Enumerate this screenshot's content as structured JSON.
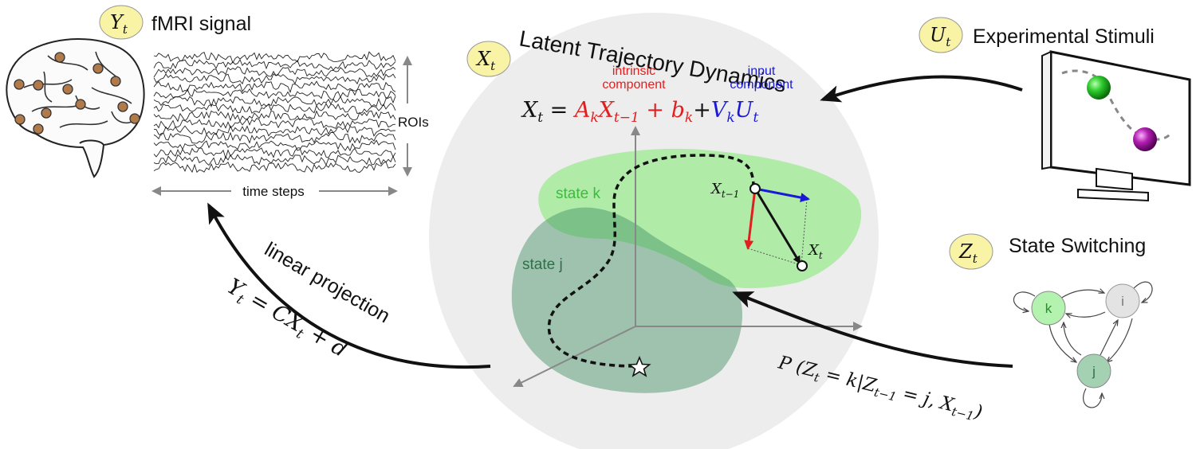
{
  "observation": {
    "badge": "Y",
    "badge_sub": "t",
    "title": "fMRI signal",
    "rois_label": "ROIs",
    "time_label": "time steps"
  },
  "latent": {
    "badge": "X",
    "badge_sub": "t",
    "title": "Latent Trajectory Dynamics",
    "intrinsic_label_line1": "intrinsic",
    "intrinsic_label_line2": "component",
    "input_label_line1": "input",
    "input_label_line2": "component",
    "equation": {
      "lhs": "X",
      "lhs_sub": "t",
      "equals": " = ",
      "intrinsic": "A",
      "intrinsic_sub": "k",
      "intrinsic_x": "X",
      "intrinsic_x_sub": "t−1",
      "plus1": " + ",
      "bias": "b",
      "bias_sub": "k",
      "plus2": "+",
      "input": "V",
      "input_sub": "k",
      "input_u": "U",
      "input_u_sub": "t"
    },
    "state_k_label": "state k",
    "state_j_label": "state j",
    "point_prev": "X",
    "point_prev_sub": "t−1",
    "point_curr": "X",
    "point_curr_sub": "t"
  },
  "stimuli": {
    "badge": "U",
    "badge_sub": "t",
    "title": "Experimental Stimuli"
  },
  "switching": {
    "badge": "Z",
    "badge_sub": "t",
    "title": "State Switching",
    "node_k": "k",
    "node_i": "i",
    "node_j": "j",
    "transition_formula": "P (Z",
    "transition_sub1": "t",
    "transition_mid": " = k|Z",
    "transition_sub2": "t−1",
    "transition_mid2": " = j, X",
    "transition_sub3": "t−1",
    "transition_end": ")"
  },
  "projection": {
    "label": "linear projection",
    "formula_y": "Y",
    "formula_y_sub": "t",
    "formula_rest1": " = CX",
    "formula_x_sub": "t",
    "formula_rest2": " + d"
  },
  "colors": {
    "badge_fill": "#f9f3a6",
    "intrinsic": "#e02020",
    "input": "#1a1ad6",
    "state_k": "#a8eaa0",
    "state_j": "#5aa77a",
    "globe": "#ececec",
    "brain_dot": "#b07a4a"
  }
}
